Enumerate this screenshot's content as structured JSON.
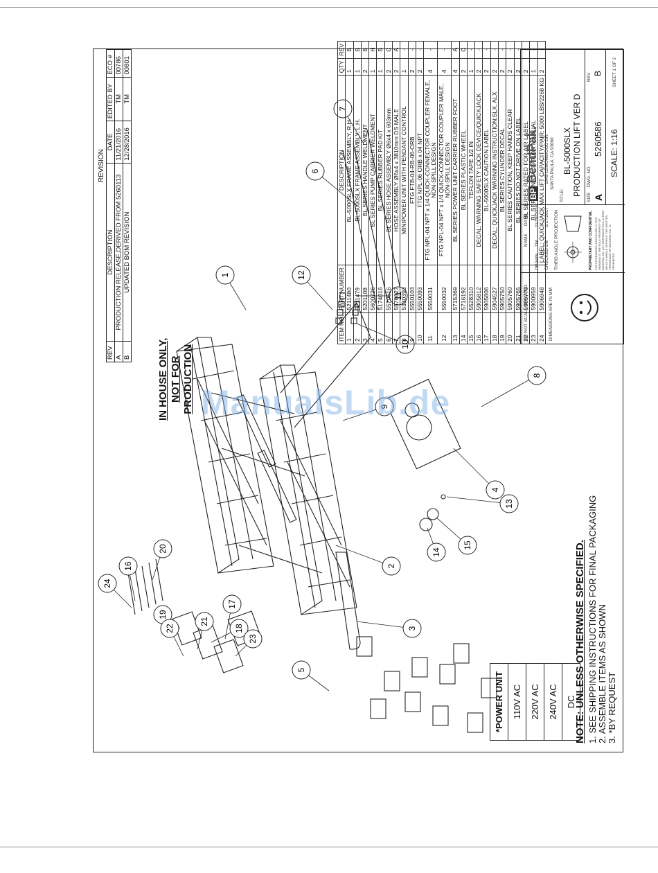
{
  "revision": {
    "title": "REVISION",
    "headers": [
      "REV",
      "DESCRIPTION",
      "DATE",
      "EDITED BY",
      "ECO #"
    ],
    "rows": [
      [
        "A",
        "PRODUCTION RELEASE,DERIVED FROM 5260113",
        "11/21/2016",
        "TM",
        "00786"
      ],
      [
        "B",
        "UPDATED BOM REVISION",
        "12/28/2016",
        "TM",
        "00801"
      ]
    ]
  },
  "bom": {
    "headers": [
      "ITEM NO.",
      "PART NUMBER",
      "DESCRIPTION",
      "QTY",
      "REV"
    ],
    "rows": [
      [
        "1",
        "5211480",
        "BL-5000SLX FRAME ASSEMBLY, R.H.",
        "1",
        "B"
      ],
      [
        "2",
        "5211479",
        "BL-5000SLX FRAME ASSEMBLY, L.H.",
        "1",
        "B"
      ],
      [
        "3",
        "5201108",
        "BL SERIES HANDLE WELDMENT",
        "2",
        "B"
      ],
      [
        "4",
        "5600726",
        "BL SERIES PUMP CARRIER WELDMENT",
        "1",
        "H"
      ],
      [
        "5",
        "5174016",
        "BL SERIES RUBBER PAD KIT",
        "1",
        "B"
      ],
      [
        "6",
        "5570616",
        "BL SERIES HOSE ASSEMBLY Ø6x4 x 603mm",
        "2",
        "C"
      ],
      [
        "7",
        "5570627",
        "HOSE ASSEMBLY Ø6x4 x 3810mm DS MALE",
        "2",
        "A"
      ],
      [
        "8",
        "5330393",
        "MINIPOWER UNIT WITH PENDANT CONTROL",
        "1",
        "-"
      ],
      [
        "9",
        "5550103",
        "FTG FTB-04-RB-06-ORB",
        "2",
        "-"
      ],
      [
        "10",
        "5550093",
        "FTG NPL-06 ORB x 04 NPT",
        "2",
        "-"
      ],
      [
        "11",
        "5550031",
        "FTG NPL-04 NPT x 1/4 QUICK-CONNECTOR COUPLER FEMALE, NON-SPILL DESIGN",
        "4",
        "-"
      ],
      [
        "12",
        "5550032",
        "FTG NPL-04 NPT x 1/4 QUICK-CONNECTOR COUPLER MALE, NON-SPILL DESIGN",
        "4",
        "-"
      ],
      [
        "13",
        "5715369",
        "BL SERIES POWER UNIT CARRIER RUBBER FOOT",
        "4",
        "A"
      ],
      [
        "14",
        "5716192",
        "BL SERIES PLASTIC WHEEL",
        "2",
        "C"
      ],
      [
        "15",
        "5528310",
        "TEFLON TAPE 1/2 IN",
        "1",
        "-"
      ],
      [
        "16",
        "5905812",
        "DECAL; WARNING SAFETY LOCK DEVICE/QUICKJACK",
        "2",
        "-"
      ],
      [
        "17",
        "5905806",
        "BL-5000SLX CAUTION LABEL",
        "2",
        "-"
      ],
      [
        "18",
        "5904527",
        "DECAL; QUICKJACK WARNING INSTRUCTION;SLX, ALX",
        "2",
        "-"
      ],
      [
        "19",
        "5905750",
        "BL SERIES CYLINDER DECAL",
        "2",
        "-"
      ],
      [
        "20",
        "5905760",
        "BL SERIES CAUTION, KEEP HANDS CLEAR",
        "2",
        "-"
      ],
      [
        "21",
        "5905765",
        "BL SERIES DO NOT DRIVE ON LABEL",
        "2",
        "-"
      ],
      [
        "22",
        "5905770",
        "BL SERIES RATED FOR AIR LABEL",
        "2",
        "-"
      ],
      [
        "23",
        "5900959",
        "BL SERIES INSTALLATION MANUAL",
        "1",
        "-"
      ],
      [
        "24",
        "5906948",
        "LABEL; QUICKJACK MAX LIFT CAPACITY/PAIR; 5000 LBS/2268 KG",
        "2",
        "-"
      ]
    ]
  },
  "titleblock": {
    "do_not_scale": "DO NOT SCALE DRAWING",
    "dimensions_note": "DIMENSIONS ARE IN MM",
    "name_label": "NAME",
    "date_label": "DATE",
    "drawn_label": "DRAWN",
    "drawn_name": "TM",
    "drawn_date": "11/18/2016",
    "checked_label": "CHECKED",
    "checked_name": "DB",
    "checked_date": "1/17/2017",
    "projection": "THIRD ANGLE PROJECTION",
    "proprietary_title": "PROPRIETARY AND CONFIDENTIAL",
    "proprietary_text": "THE INFORMATION CONTAINED IN THIS DRAWING IS THE SOLE PROPERTY OF BENDPAK INC. ANY REPRODUCTION IN PART OR AS A WHOLE WITHOUT THE WRITTEN PERMISSION OF BENDPAK INC. IS PROHIBITED.",
    "brand": "BendPak.",
    "brand_mark": "BP",
    "address1": "1645 LEMONWOOD DR.",
    "address2": "SANTA PAULA, CA 93060",
    "title_label": "TITLE:",
    "title1": "BL-5000SLX",
    "title2": "PRODUCTION LIFT VER D",
    "size_label": "SIZE",
    "size": "A",
    "dwg_label": "DWG. NO.",
    "dwg_no": "5260586",
    "rev_label": "REV",
    "rev": "B",
    "scale": "SCALE: 1:16",
    "sheet": "SHEET 1 OF 2"
  },
  "notes": {
    "heading": "NOTE: UNLESS OTHERWISE SPECIFIED.",
    "items": [
      "1.   SEE SHIPPING INSTRUCTIONS FOR FINAL PACKAGING",
      "2.   ASSEMBLE ITEMS AS SHOWN",
      "3.      *BY REQUEST"
    ]
  },
  "power_unit": {
    "header": "*POWER UNIT",
    "options": [
      "110V AC",
      "220V AC",
      "240V AC",
      "DC"
    ]
  },
  "in_house": [
    "IN HOUSE ONLY,",
    "NOT FOR",
    "PRODUCTION"
  ],
  "watermark": "ManualsLib.de",
  "balloons": [
    "1",
    "2",
    "3",
    "4",
    "5",
    "6",
    "7",
    "8",
    "9",
    "10",
    "11",
    "12",
    "13",
    "14",
    "15",
    "16",
    "17",
    "18",
    "19",
    "20",
    "21",
    "22",
    "23",
    "24"
  ]
}
